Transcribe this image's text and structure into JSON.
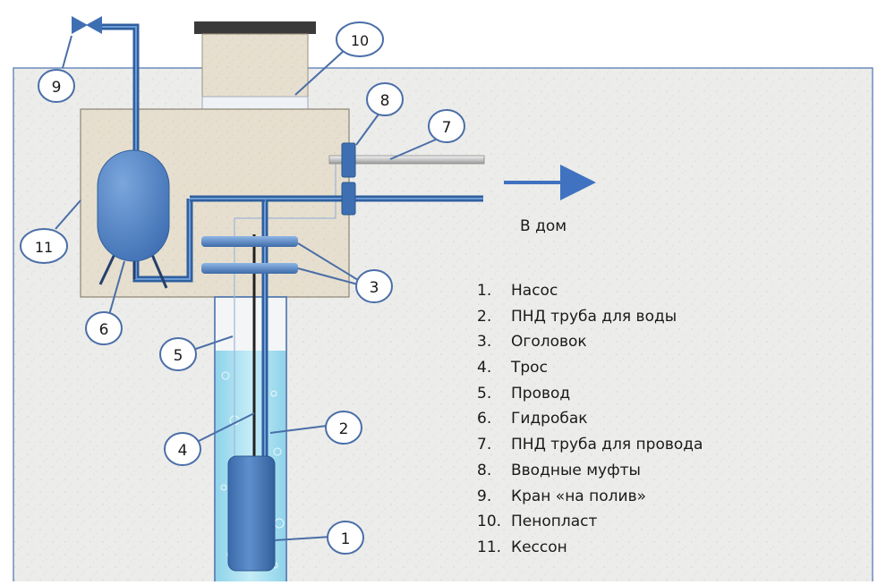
{
  "caption_to_house": "В дом",
  "legend": [
    {
      "num": "1.",
      "label": "Насос"
    },
    {
      "num": "2.",
      "label": "ПНД труба для воды"
    },
    {
      "num": "3.",
      "label": "Оголовок"
    },
    {
      "num": "4.",
      "label": "Трос"
    },
    {
      "num": "5.",
      "label": "Провод"
    },
    {
      "num": "6.",
      "label": "Гидробак"
    },
    {
      "num": "7.",
      "label": "ПНД труба для провода"
    },
    {
      "num": "8.",
      "label": "Вводные муфты"
    },
    {
      "num": "9.",
      "label": "Кран «на полив»"
    },
    {
      "num": "10.",
      "label": "Пенопласт"
    },
    {
      "num": "11.",
      "label": "Кессон"
    }
  ],
  "callouts": [
    "1",
    "2",
    "3",
    "4",
    "5",
    "6",
    "7",
    "8",
    "9",
    "10",
    "11"
  ],
  "colors": {
    "ground": "#ededeb",
    "caisson": "#e4dccb",
    "pipe": "#2f5f9e",
    "pipe_highlight": "#6d9bd6",
    "water": "#a9e0ef",
    "tank": "#4f7fc2",
    "callout_border": "#4a6ea8"
  }
}
